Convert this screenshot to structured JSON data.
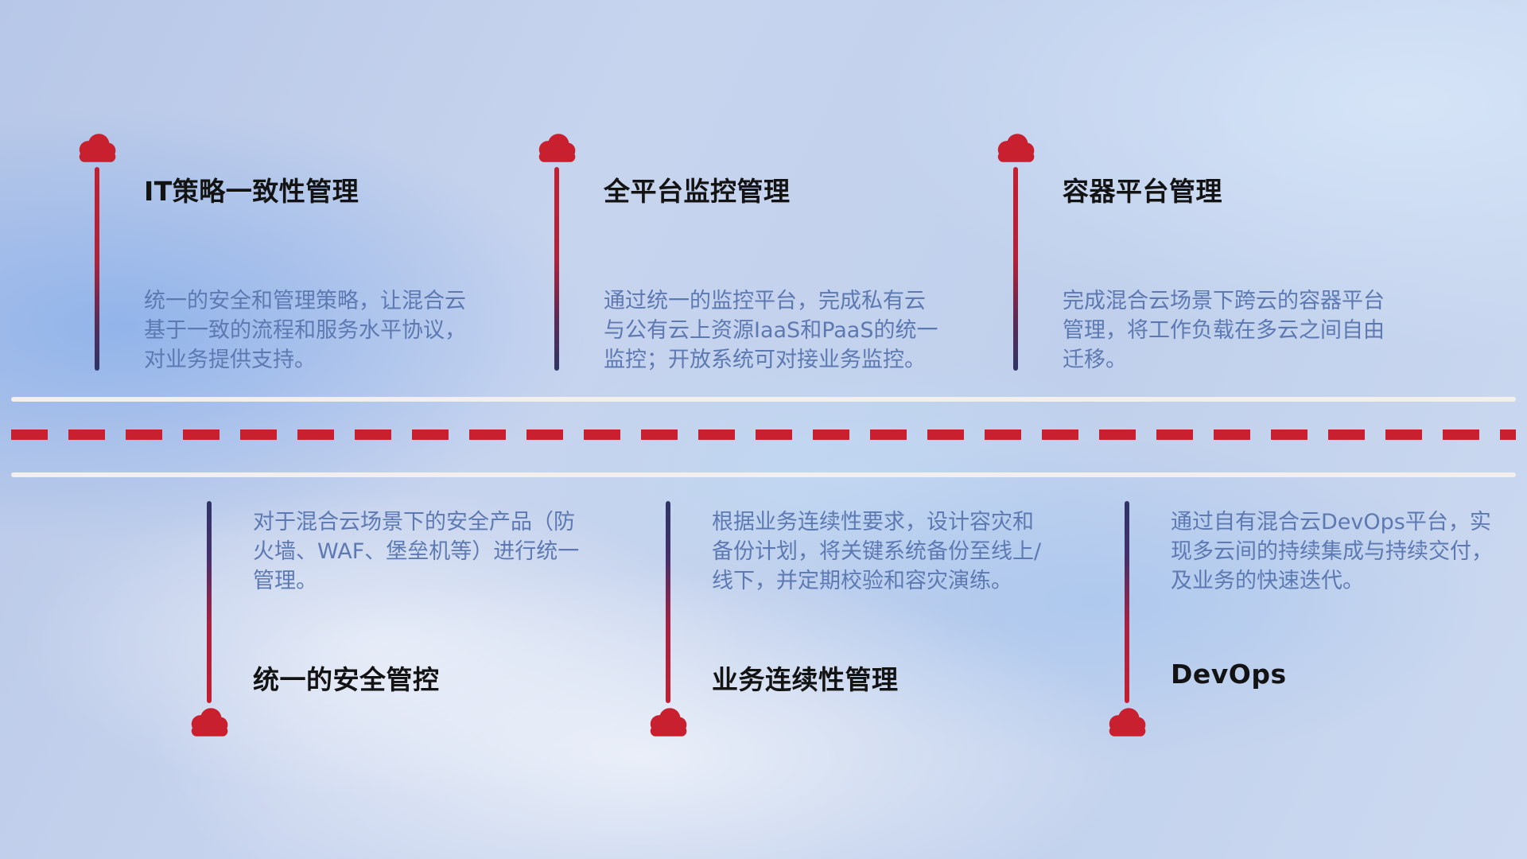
{
  "theme": {
    "accent_red": "#c8202e",
    "stem_navy": "#2e3566",
    "title_color": "#131313",
    "description_color": "#5d79b2",
    "road_line_color": "#f3efec",
    "background_base": "#c2d1ec"
  },
  "items": [
    {
      "position": "top",
      "title": "IT策略一致性管理",
      "description": "统一的安全和管理策略，让混合云基于一致的流程和服务水平协议，对业务提供支持。"
    },
    {
      "position": "top",
      "title": "全平台监控管理",
      "description": "通过统一的监控平台，完成私有云与公有云上资源IaaS和PaaS的统一监控；开放系统可对接业务监控。"
    },
    {
      "position": "top",
      "title": "容器平台管理",
      "description": "完成混合云场景下跨云的容器平台管理，将工作负载在多云之间自由迁移。"
    },
    {
      "position": "bottom",
      "title": "统一的安全管控",
      "description": "对于混合云场景下的安全产品（防火墙、WAF、堡垒机等）进行统一管理。"
    },
    {
      "position": "bottom",
      "title": "业务连续性管理",
      "description": "根据业务连续性要求，设计容灾和备份计划，将关键系统备份至线上/线下，并定期校验和容灾演练。"
    },
    {
      "position": "bottom",
      "title": "DevOps",
      "description": "通过自有混合云DevOps平台，实现多云间的持续集成与持续交付，及业务的快速迭代。"
    }
  ]
}
